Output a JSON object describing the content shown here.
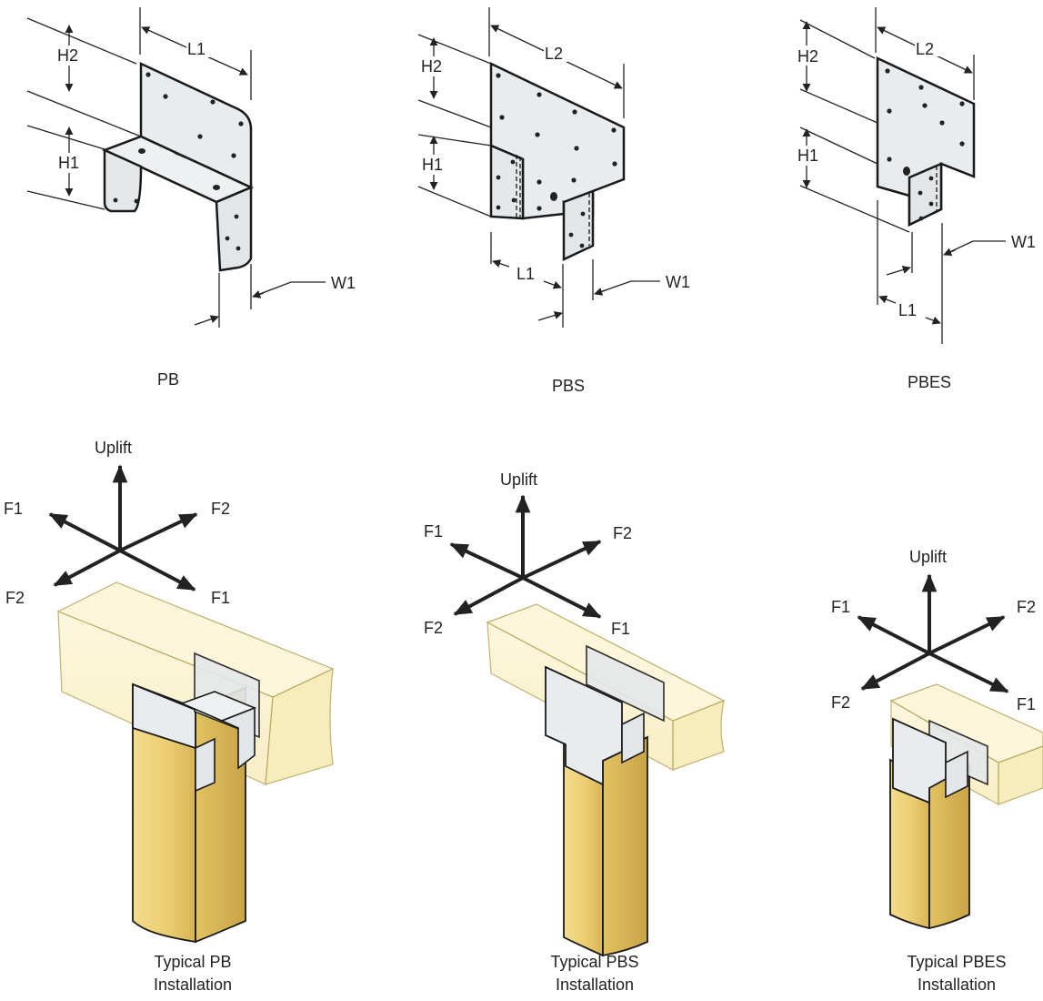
{
  "diagrams": {
    "pb": {
      "caption": "PB",
      "labels": {
        "l1": "L1",
        "h1": "H1",
        "h2": "H2",
        "w1": "W1"
      }
    },
    "pbs": {
      "caption": "PBS",
      "labels": {
        "l1": "L1",
        "l2": "L2",
        "h1": "H1",
        "h2": "H2",
        "w1": "W1"
      }
    },
    "pbes": {
      "caption": "PBES",
      "labels": {
        "l1": "L1",
        "l2": "L2",
        "h1": "H1",
        "h2": "H2",
        "w1": "W1"
      }
    }
  },
  "installations": [
    {
      "caption_line1": "Typical PB",
      "caption_line2": "Installation",
      "forces": {
        "uplift": "Uplift",
        "f1": "F1",
        "f2": "F2"
      }
    },
    {
      "caption_line1": "Typical PBS",
      "caption_line2": "Installation",
      "forces": {
        "uplift": "Uplift",
        "f1": "F1",
        "f2": "F2"
      }
    },
    {
      "caption_line1": "Typical PBES",
      "caption_line2": "Installation",
      "forces": {
        "uplift": "Uplift",
        "f1": "F1",
        "f2": "F2"
      }
    }
  ],
  "colors": {
    "steel": "#e8ecee",
    "outline": "#1a1a1a",
    "beam": "#fbf2c8",
    "post": "#efd27a",
    "post_shade": "#d9b65a",
    "arrow": "#222222"
  }
}
